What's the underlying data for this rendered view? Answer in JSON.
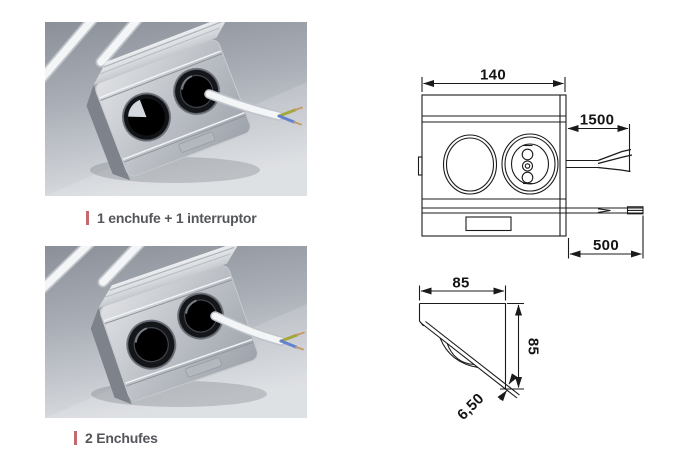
{
  "page": {
    "background_color": "#ffffff"
  },
  "products": [
    {
      "caption": "1 enchufe + 1 interruptor"
    },
    {
      "caption": "2 Enchufes"
    }
  ],
  "drawings": {
    "front_view": {
      "width_label": "140",
      "cable_long_label": "1500",
      "cable_short_label": "500"
    },
    "side_view": {
      "width_label": "85",
      "height_label": "85",
      "thickness_label": "6,50"
    }
  },
  "colors": {
    "caption_text": "#54565b",
    "caption_accent_bar": "#c4696e",
    "drawing_line": "#1b1b1b",
    "photo_background_top": "#8b9098",
    "photo_background_bottom": "#d9dce0"
  }
}
